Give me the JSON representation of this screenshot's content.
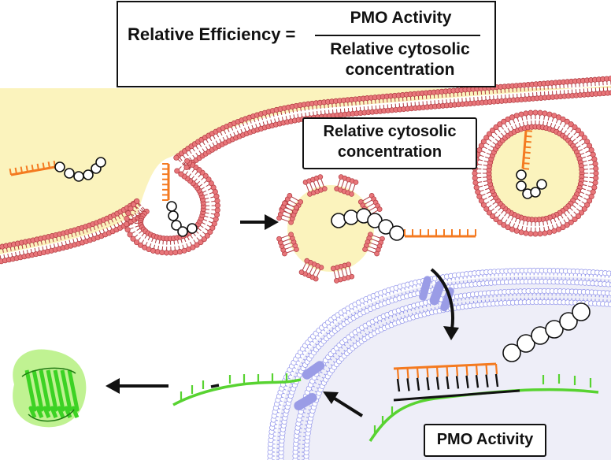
{
  "formula": {
    "lhs": "Relative Efficiency =",
    "numerator": "PMO Activity",
    "denominator_line1": "Relative cytosolic",
    "denominator_line2": "concentration"
  },
  "cytosolic_label": {
    "line1": "Relative cytosolic",
    "line2": "concentration"
  },
  "pmo_activity_label": "PMO Activity",
  "colors": {
    "extracellular": "#fbf3bd",
    "membrane_head": "#e8767a",
    "membrane_head_stroke": "#b03a40",
    "nucleus_fill": "#eeeef8",
    "nuclear_envelope": "#8f92ea",
    "pore": "#9a9ce6",
    "pmo_strand": "#f47a20",
    "rna_strand": "#58d331",
    "rna_pmo_rungs": "#111111",
    "protein": "#3cd224",
    "protein_glow": "#b5f07f",
    "vesicle_interior": "#fbf3bd"
  }
}
